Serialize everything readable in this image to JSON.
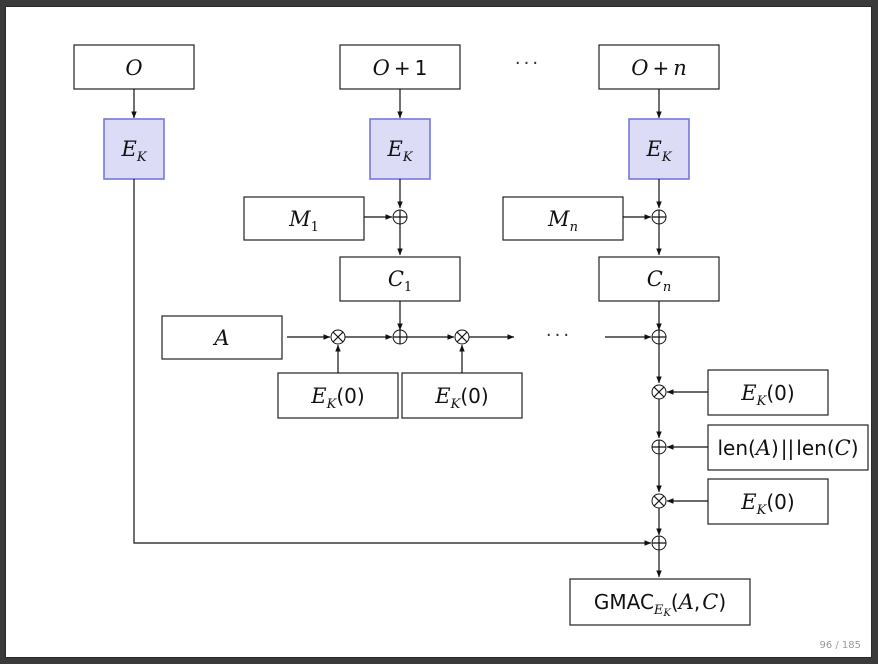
{
  "inputs": {
    "o": "O",
    "o1_base": "O",
    "o1_op": "+",
    "o1_num": "1",
    "on_base": "O",
    "on_op": "+",
    "on_n": "n"
  },
  "enc": {
    "E": "E",
    "K": "K",
    "zero": "(0)"
  },
  "msgs": {
    "M": "M",
    "m1_sub": "1",
    "mn_sub": "n"
  },
  "ciphers": {
    "C": "C",
    "c1_sub": "1",
    "cn_sub": "n"
  },
  "aad": {
    "label": "A"
  },
  "dots": "···",
  "len": {
    "len1": "len(",
    "a": "A",
    "close1": ")",
    "sep": "||",
    "len2": "len(",
    "c": "C",
    "close2": ")"
  },
  "output": {
    "gmac": "GMAC",
    "args_open": "(",
    "a": "A",
    "comma": ",",
    "c": "C",
    "args_close": ")"
  },
  "page_number": "96 / 185",
  "colors": {
    "enc_fill": "#dcdcf7",
    "enc_stroke": "#7777dd"
  }
}
